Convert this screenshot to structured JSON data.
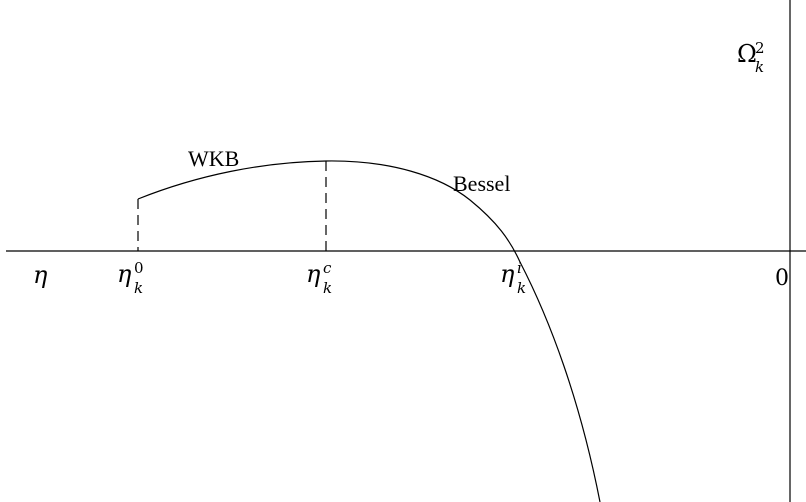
{
  "labels": {
    "axis_variable": "η",
    "axis_origin": "0",
    "omega_base": "Ω",
    "omega_sub": "k",
    "omega_sup": "2",
    "eta0_base": "η",
    "eta0_sub": "k",
    "eta0_sup": "0",
    "etac_base": "η",
    "etac_sub": "k",
    "etac_sup": "c",
    "etai_base": "η",
    "etai_sub": "k",
    "etai_sup": "i",
    "region_wkb": "WKB",
    "region_bessel": "Bessel"
  },
  "colors": {
    "stroke": "#000000",
    "background": "#ffffff"
  }
}
